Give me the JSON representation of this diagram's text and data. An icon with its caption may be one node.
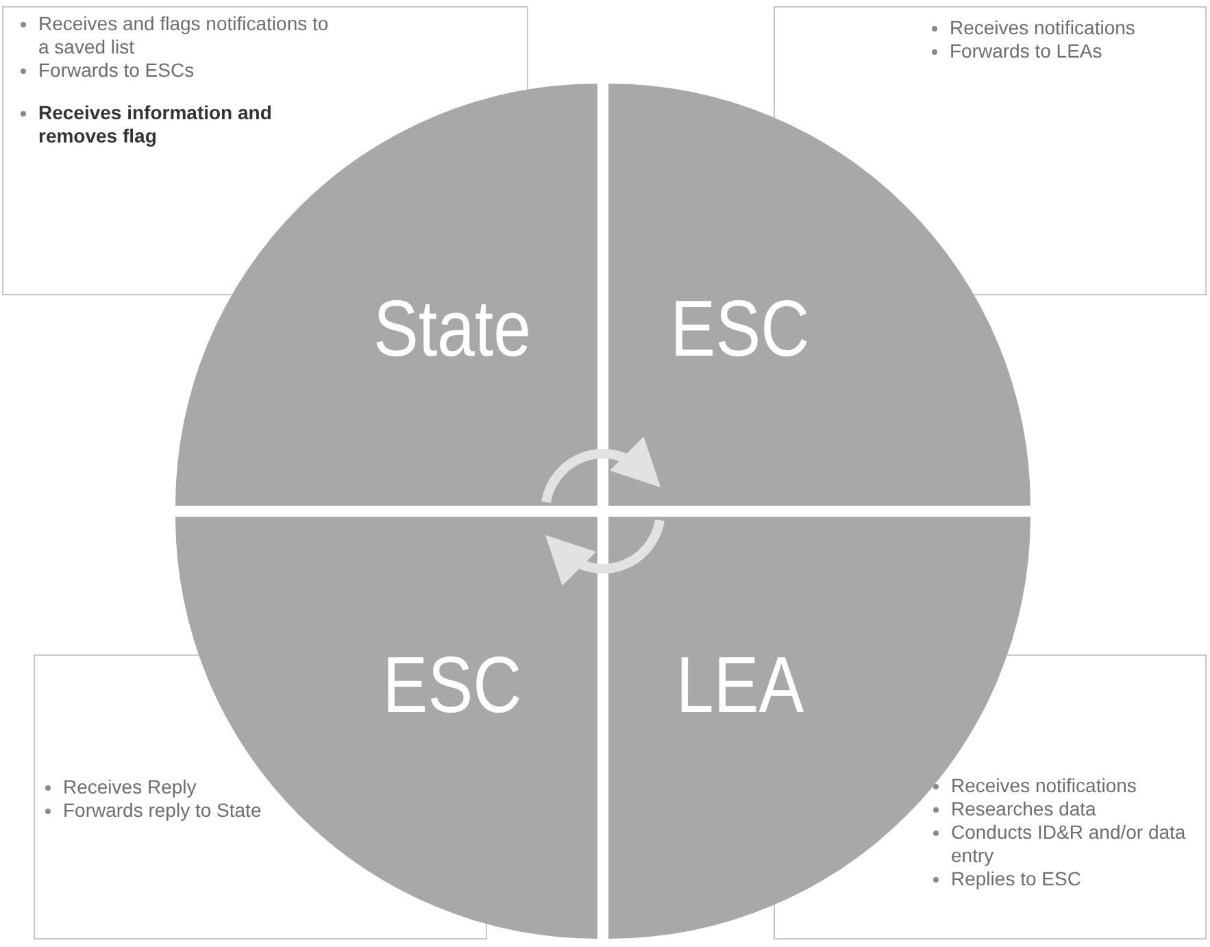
{
  "diagram": {
    "nodes": [
      {
        "text": [
          "Receives and flags notifications to a saved list",
          "Forwards to ESCs",
          "Receives information and removes flag"
        ]
      },
      {
        "text": [
          "Receives notifications",
          "Forwards to LEAs"
        ]
      },
      {
        "text": [
          "State"
        ]
      },
      {
        "text": [
          "ESC"
        ]
      },
      {
        "text": [
          "ESC"
        ]
      },
      {
        "text": [
          "LEA"
        ]
      },
      {
        "text": [
          "Receives Reply",
          "Forwards reply to State"
        ]
      },
      {
        "text": [
          "Receives notifications",
          "Researches data",
          "Conducts ID&R and/or data entry",
          "Replies to ESC"
        ]
      }
    ],
    "edges": [
      {
        "from": 2,
        "to": 3,
        "arrow": "to"
      },
      {
        "from": 5,
        "to": 4,
        "arrow": "to"
      }
    ]
  }
}
